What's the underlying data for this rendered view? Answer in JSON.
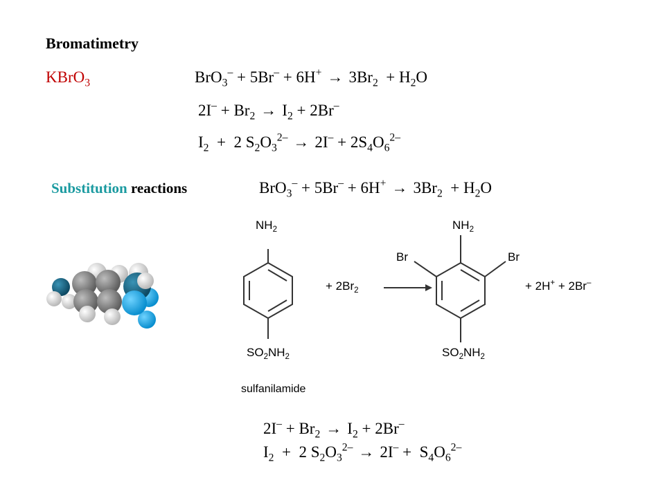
{
  "title": "Bromatimetry",
  "reagent": "KBrO",
  "reagent_sub": "3",
  "eq1": {
    "a": "BrO",
    "a_sub": "3",
    "a_sup": "–",
    "b": " + 5Br",
    "b_sup": "–",
    "c": " + 6H",
    "c_sup": "+",
    "arrow": "→",
    "d": "3Br",
    "d_sub": "2",
    "e": "  + H",
    "e_sub": "2",
    "f": "O"
  },
  "eq2": {
    "a": "2I",
    "a_sup": "–",
    "b": " + Br",
    "b_sub": "2",
    "arrow": "→",
    "c": "I",
    "c_sub": "2",
    "d": " + 2Br",
    "d_sup": "–"
  },
  "eq3": {
    "a": "I",
    "a_sub": "2",
    "b": "  +  2 S",
    "b_sub": "2",
    "c": "O",
    "c_sub": "3",
    "c_sup": "2–",
    "arrow": "→",
    "d": "2I",
    "d_sup": "–",
    "e": " + 2S",
    "e_sub": "4",
    "f": "O",
    "f_sub": "6",
    "f_sup": "2–"
  },
  "subst_word": "Substitution",
  "reactions_word": " reactions",
  "eq4": {
    "a": "BrO",
    "a_sub": "3",
    "a_sup": "–",
    "b": " + 5Br",
    "b_sup": "–",
    "c": " + 6H",
    "c_sup": "+",
    "arrow": "→",
    "d": "3Br",
    "d_sub": "2",
    "e": "  + H",
    "e_sub": "2",
    "f": "O"
  },
  "scheme": {
    "nh2_left": "NH",
    "nh2_left_sub": "2",
    "so2nh2_left_a": "SO",
    "so2nh2_left_sub1": "2",
    "so2nh2_left_b": "NH",
    "so2nh2_left_sub2": "2",
    "plus_br2_a": "+ 2Br",
    "plus_br2_sub": "2",
    "nh2_right": "NH",
    "nh2_right_sub": "2",
    "br_left": "Br",
    "br_right": "Br",
    "so2nh2_right_a": "SO",
    "so2nh2_right_sub1": "2",
    "so2nh2_right_b": "NH",
    "so2nh2_right_sub2": "2",
    "products": "+ 2H",
    "products_sup": "+",
    "products_b": " + 2Br",
    "products_sup2": "–",
    "caption": "sulfanilamide"
  },
  "eq5": {
    "a": "2I",
    "a_sup": "–",
    "b": " + Br",
    "b_sub": "2",
    "arrow": "→",
    "c": "I",
    "c_sub": "2",
    "d": " + 2Br",
    "d_sup": "–"
  },
  "eq6": {
    "a": "I",
    "a_sub": "2",
    "b": "  +  2 S",
    "b_sub": "2",
    "c": "O",
    "c_sub": "3",
    "c_sup": "2–",
    "arrow": "→",
    "d": "2I",
    "d_sup": "–",
    "e": " +  S",
    "e_sub": "4",
    "f": "O",
    "f_sub": "6",
    "f_sup": "2–"
  },
  "colors": {
    "red": "#c00000",
    "teal": "#1a9aa0",
    "molecule_dark": "#1a6f8f",
    "molecule_light": "#19a8e0",
    "carbon": "#888888",
    "hydrogen": "#e6e6e6"
  },
  "icons": {
    "molecule": "space-filling-molecule-icon"
  }
}
